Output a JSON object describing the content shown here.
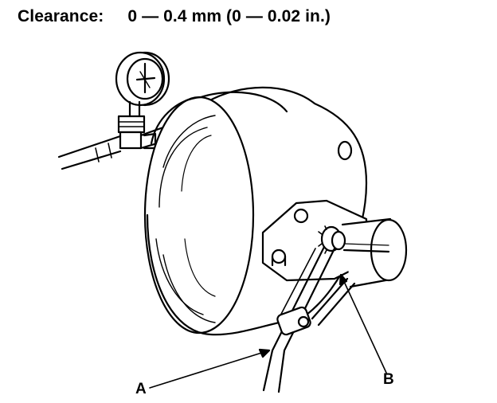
{
  "spec": {
    "label": "Clearance:",
    "value": "0 — 0.4 mm (0 — 0.02 in.)"
  },
  "callouts": {
    "a": "A",
    "b": "B"
  },
  "colors": {
    "ink": "#000000",
    "paper": "#ffffff"
  }
}
